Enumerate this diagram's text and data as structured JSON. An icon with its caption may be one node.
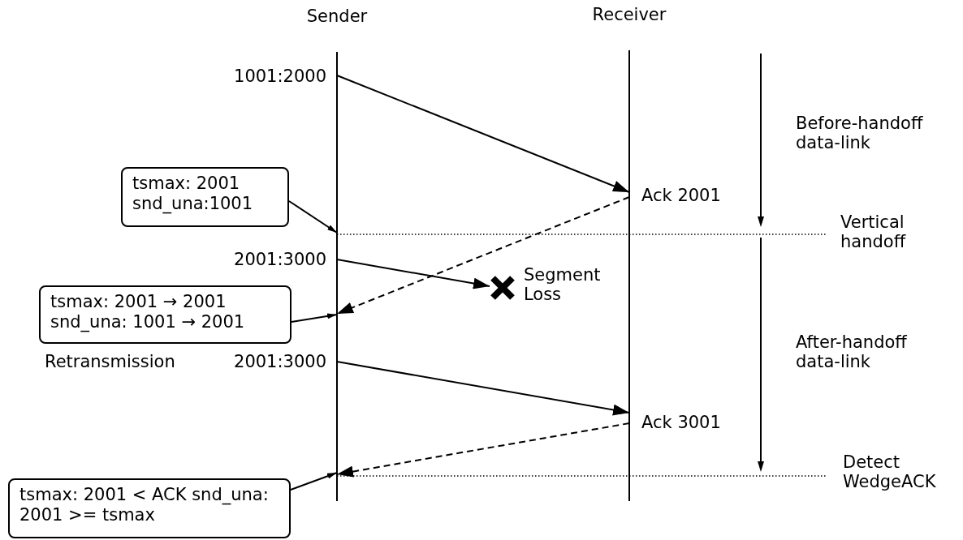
{
  "diagram": {
    "nodes": [
      {
        "text": [
          "Sender"
        ]
      },
      {
        "text": [
          "Receiver"
        ]
      },
      {
        "text": [
          "tsmax: 2001 snd_una:1001"
        ]
      },
      {
        "text": [
          "tsmax: 2001 → 2001 snd_una: 1001 → 2001"
        ]
      },
      {
        "text": [
          "tsmax: 2001 < ACK snd_una: 2001 >= tsmax"
        ]
      },
      {
        "text": [],
        "shape": "cross",
        "beside": [
          "Segment Loss"
        ]
      }
    ],
    "edges": [
      {
        "from": 0,
        "to": 1,
        "arrow": "to",
        "label": "1001:2000"
      },
      {
        "from": 1,
        "to": 0,
        "arrow": "to",
        "style": "dashed",
        "label": "Ack 2001"
      },
      {
        "from": 0,
        "to": 5,
        "arrow": "to",
        "label": "2001:3000"
      },
      {
        "from": 0,
        "to": 1,
        "arrow": "to",
        "label": "2001:3000"
      },
      {
        "from": 1,
        "to": 0,
        "arrow": "to",
        "style": "dashed",
        "label": "Ack 3001"
      },
      {
        "from": 2,
        "to": 0,
        "arrow": "to"
      },
      {
        "from": 3,
        "to": 0,
        "arrow": "to"
      },
      {
        "from": 4,
        "to": 0,
        "arrow": "to"
      }
    ],
    "labels": [
      "Retransmission",
      "Before-handoff data-link",
      "Vertical handoff",
      "After-handoff data-link",
      "Detect WedgeACK"
    ]
  }
}
